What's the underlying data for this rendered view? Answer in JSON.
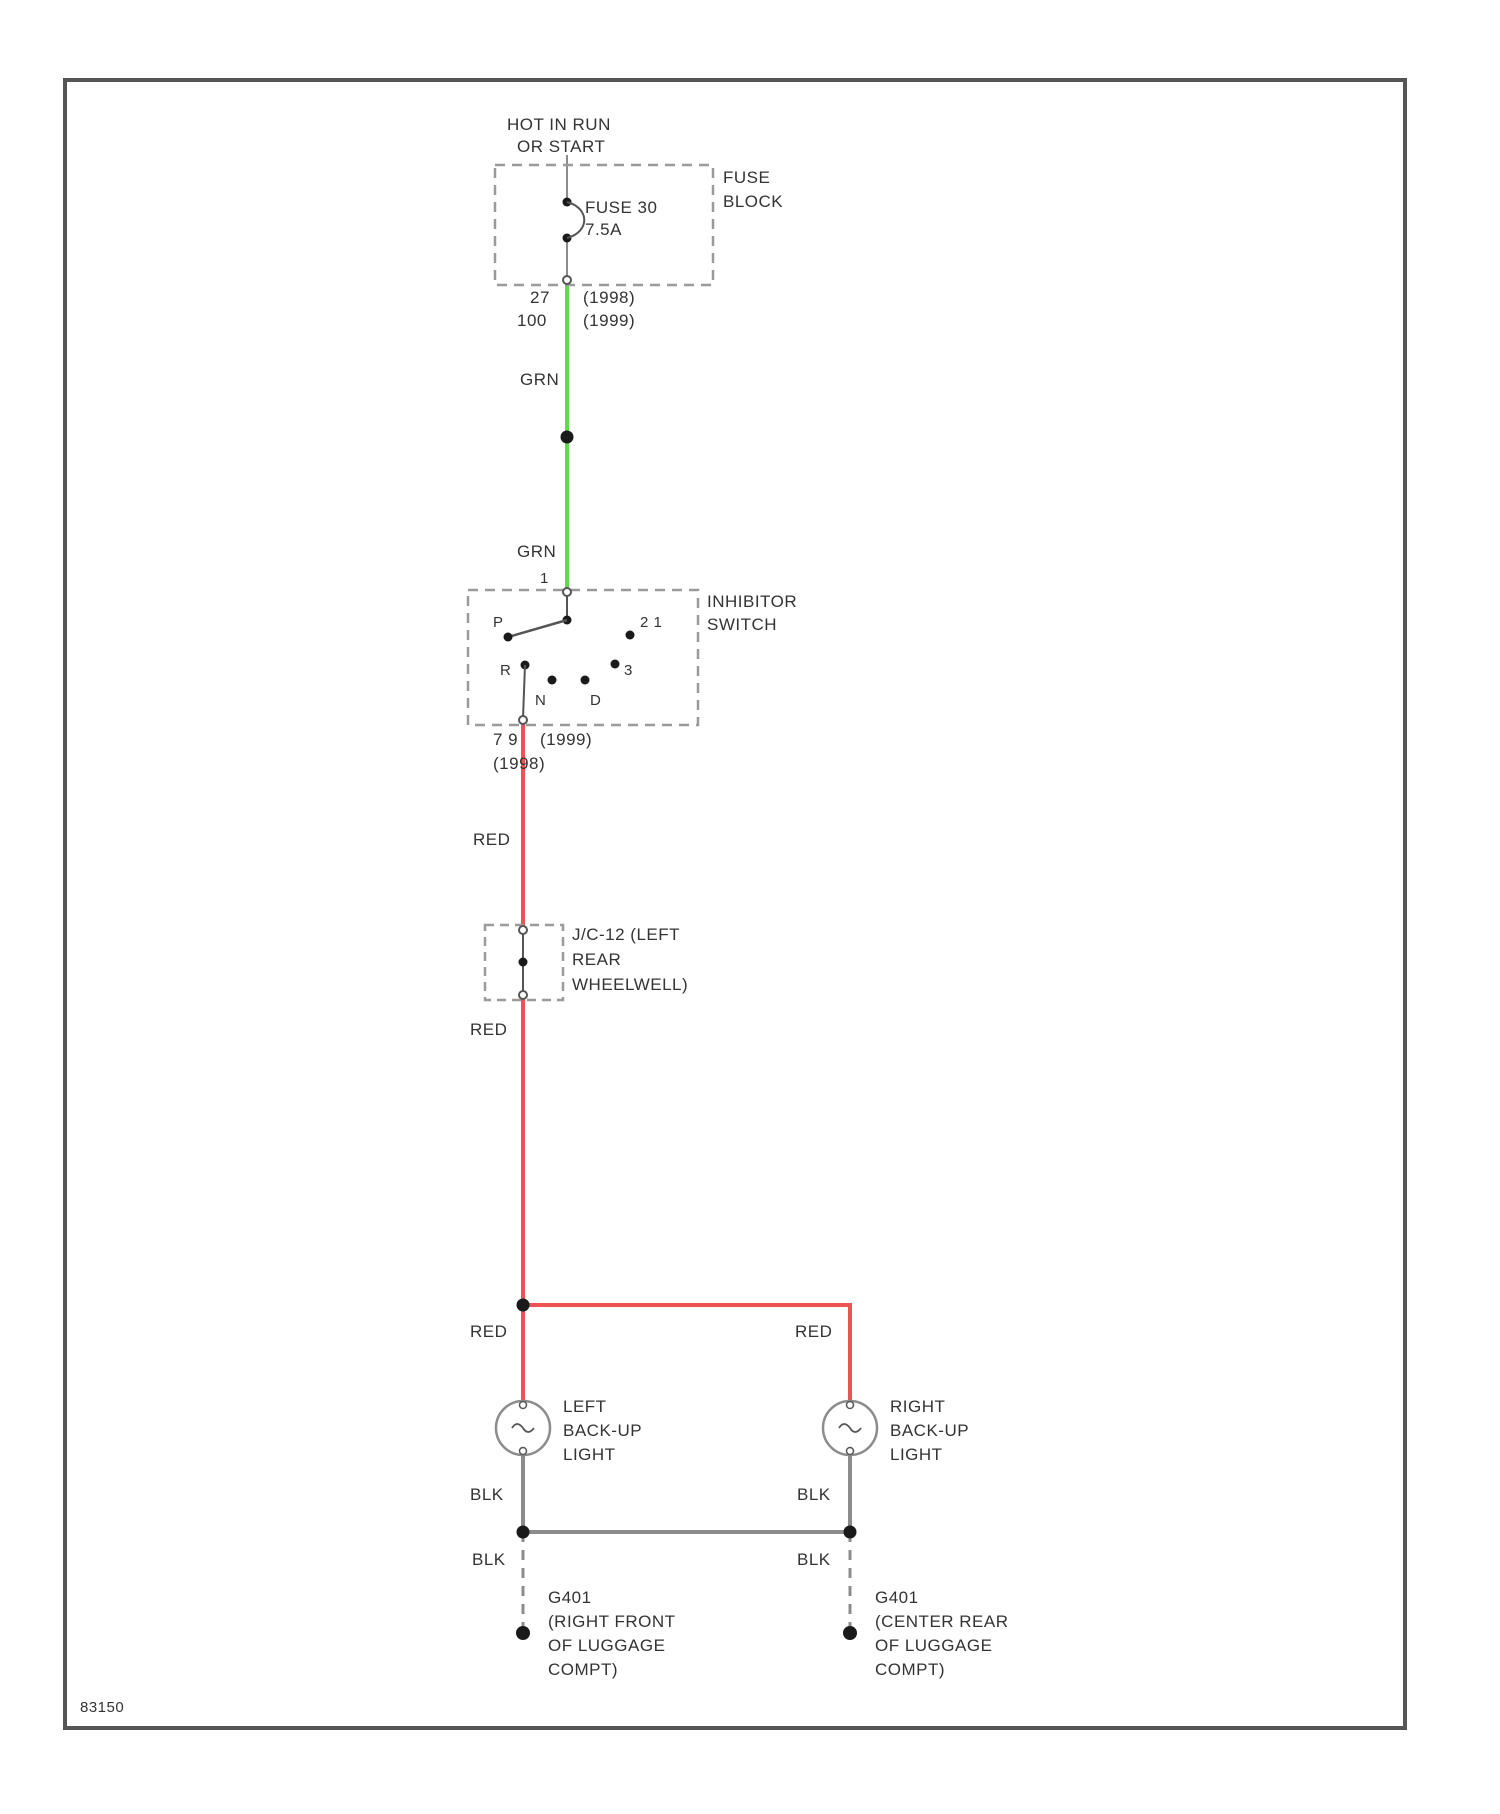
{
  "colors": {
    "frame": "#555555",
    "dashed_box": "#9a9a9a",
    "wire_grn": "#5ddc4a",
    "wire_red": "#ee5252",
    "wire_blk": "#8c8c8c",
    "dot": "#1a1a1a",
    "text": "#333333"
  },
  "power_source": {
    "line1": "HOT IN RUN",
    "line2": "OR START"
  },
  "fuse_block": {
    "label_line1": "FUSE",
    "label_line2": "BLOCK",
    "fuse_line1": "FUSE 30",
    "fuse_line2": "7.5A",
    "pin_a": "27",
    "pin_a_note": "(1998)",
    "pin_b": "100",
    "pin_b_note": "(1999)"
  },
  "wire_grn_upper": "GRN",
  "wire_grn_lower": "GRN",
  "inhibitor_switch": {
    "label_line1": "INHIBITOR",
    "label_line2": "SWITCH",
    "pin_top": "1",
    "pos_p": "P",
    "pos_21": "2 1",
    "pos_r": "R",
    "pos_3": "3",
    "pos_n": "N",
    "pos_d": "D",
    "pin_out_a": "7 9",
    "pin_out_a_note": "(1999)",
    "pin_out_b_note": "(1998)"
  },
  "wire_red_1": "RED",
  "joint_connector": {
    "label_line1": "J/C-12 (LEFT",
    "label_line2": "REAR",
    "label_line3": "WHEELWELL)"
  },
  "wire_red_2": "RED",
  "wire_red_left": "RED",
  "wire_red_right": "RED",
  "left_lamp": {
    "line1": "LEFT",
    "line2": "BACK-UP",
    "line3": "LIGHT"
  },
  "right_lamp": {
    "line1": "RIGHT",
    "line2": "BACK-UP",
    "line3": "LIGHT"
  },
  "wire_blk_left_upper": "BLK",
  "wire_blk_right_upper": "BLK",
  "wire_blk_left_lower": "BLK",
  "wire_blk_right_lower": "BLK",
  "ground_left": {
    "line1": "G401",
    "line2": "(RIGHT FRONT",
    "line3": "OF LUGGAGE",
    "line4": "COMPT)"
  },
  "ground_right": {
    "line1": "G401",
    "line2": "(CENTER REAR",
    "line3": "OF LUGGAGE",
    "line4": "COMPT)"
  },
  "figure_id": "83150"
}
